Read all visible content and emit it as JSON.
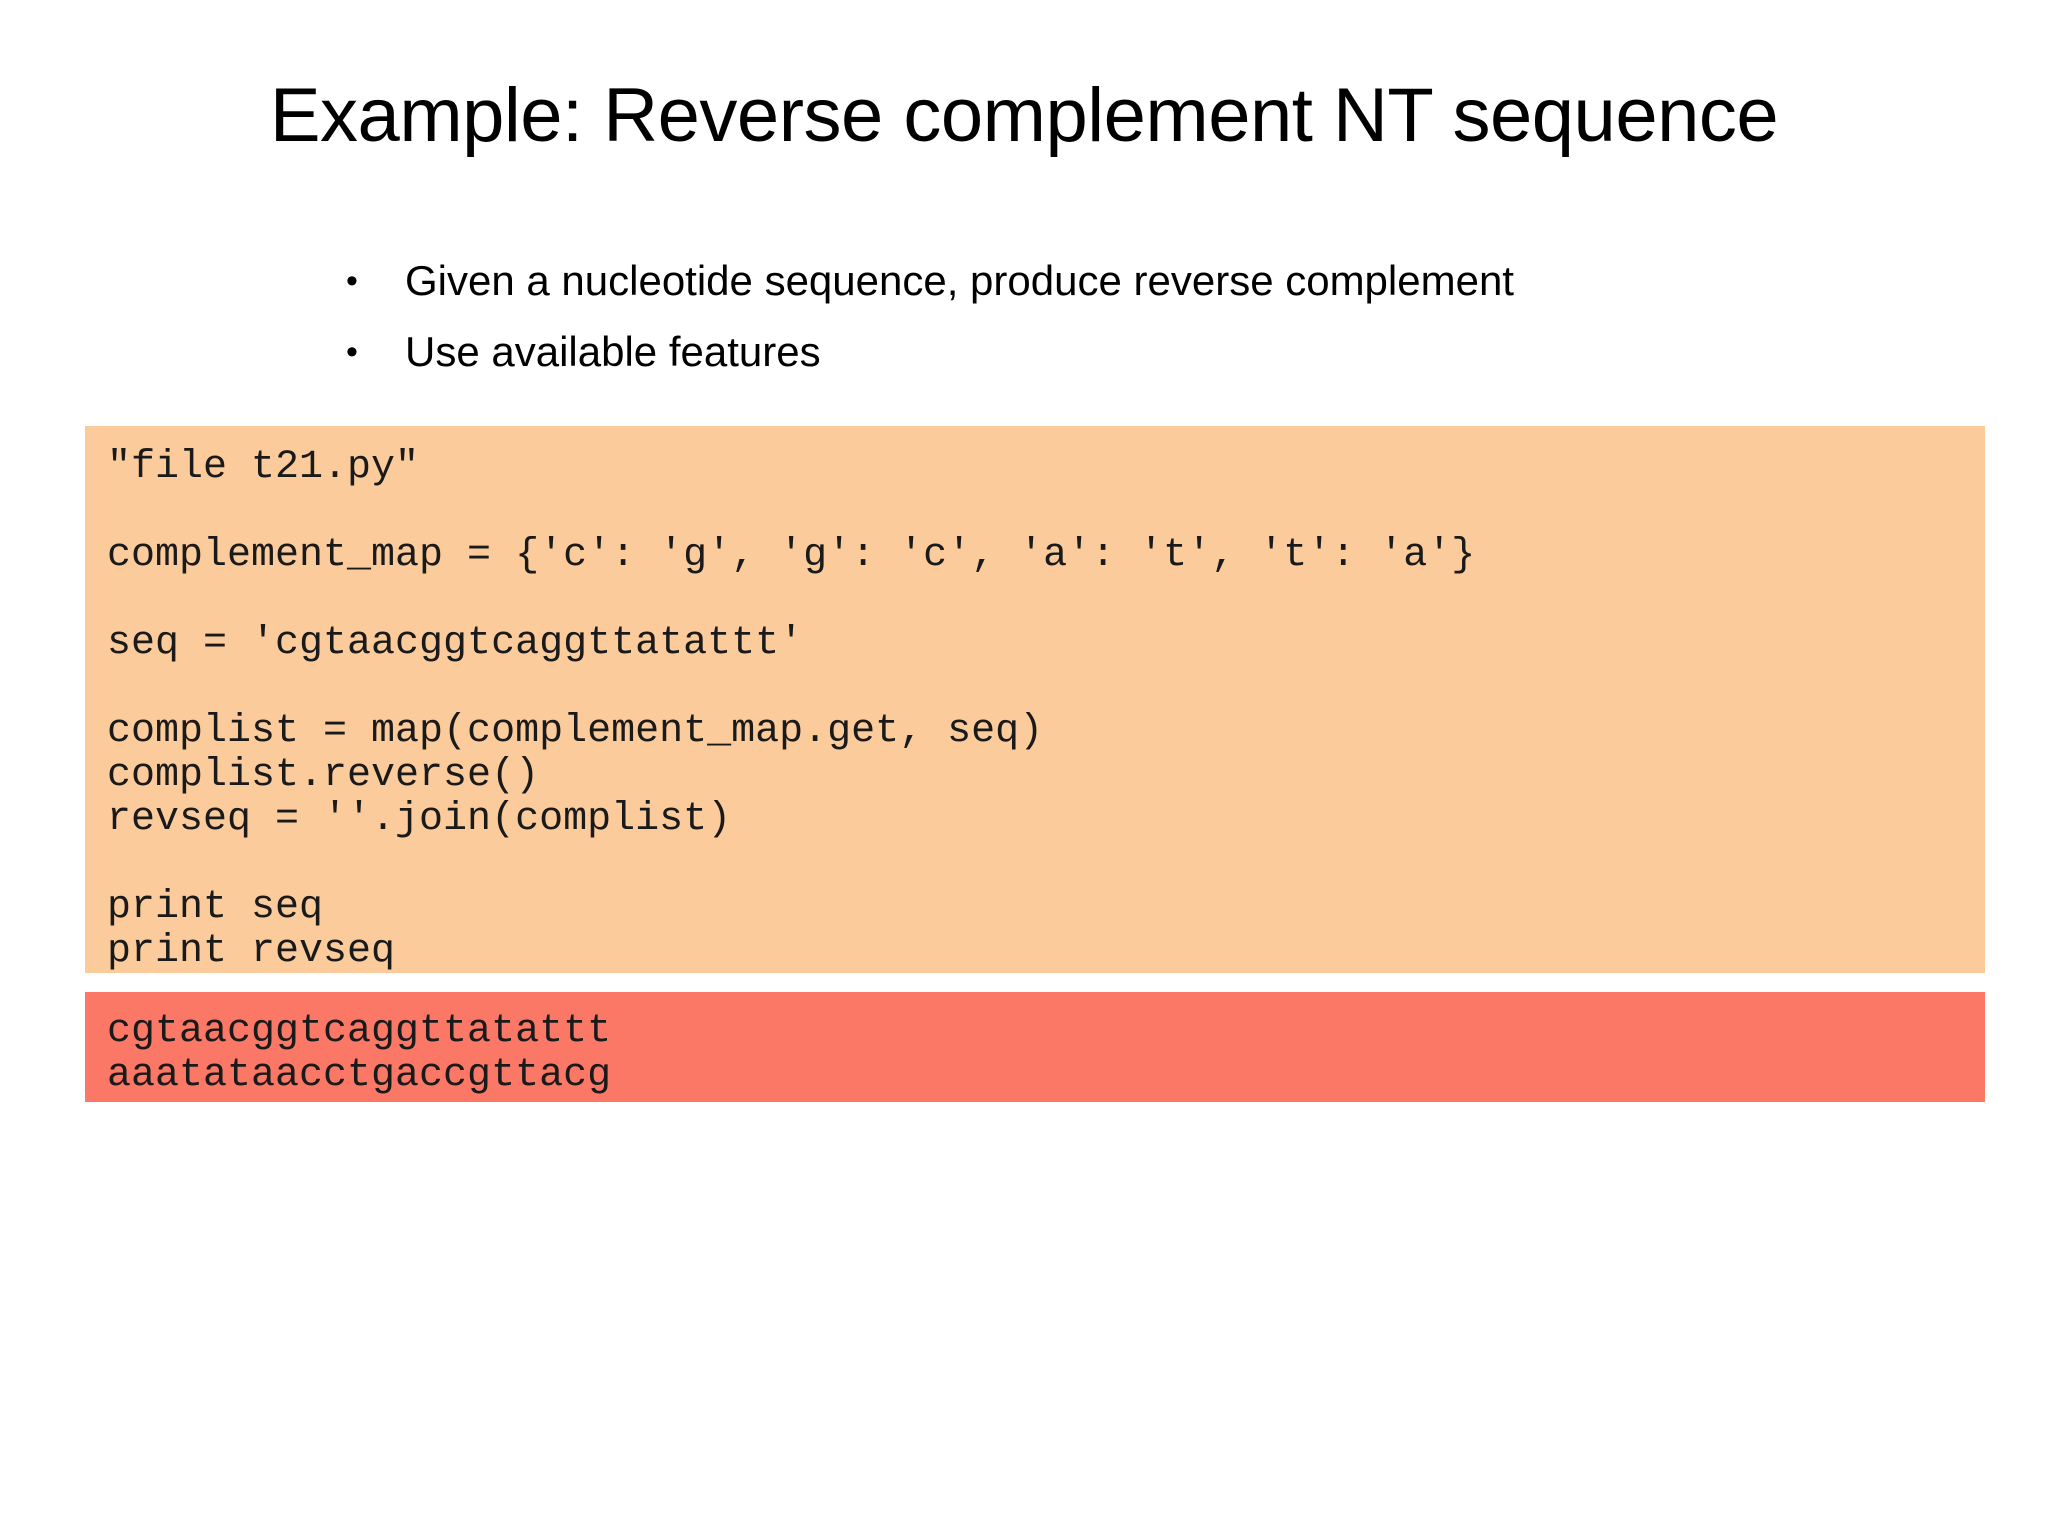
{
  "slide": {
    "title": "Example: Reverse complement NT sequence",
    "background_color": "#ffffff",
    "bullets": [
      {
        "marker": "•",
        "text": "Given a nucleotide sequence, produce reverse complement"
      },
      {
        "marker": "•",
        "text": "Use available features"
      }
    ],
    "code_block": {
      "background_color": "#fbcb9c",
      "text_color": "#1a1a1a",
      "lines": [
        "\"file t21.py\"",
        "",
        "complement_map = {'c': 'g', 'g': 'c', 'a': 't', 't': 'a'}",
        "",
        "seq = 'cgtaacggtcaggttatattt'",
        "",
        "complist = map(complement_map.get, seq)",
        "complist.reverse()",
        "revseq = ''.join(complist)",
        "",
        "print seq",
        "print revseq"
      ]
    },
    "output_block": {
      "background_color": "#fb7766",
      "text_color": "#1a1a1a",
      "lines": [
        "cgtaacggtcaggttatattt",
        "aaatataacctgaccgttacg"
      ]
    }
  }
}
